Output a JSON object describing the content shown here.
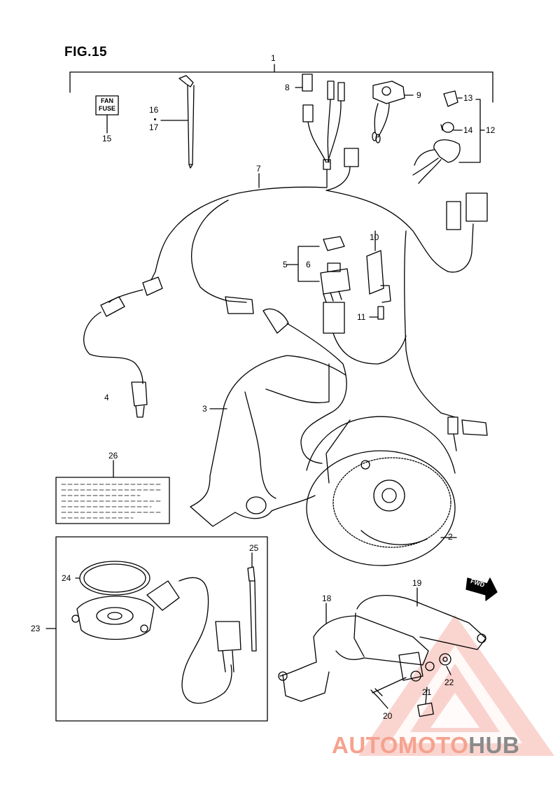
{
  "figure": {
    "title": "FIG.15"
  },
  "fuse_tag": {
    "line1": "FAN",
    "line2": "FUSE"
  },
  "fwd_arrow": {
    "text": "FWD",
    "icon": "fwd-arrow-icon"
  },
  "callouts": {
    "c1": "1",
    "c2": "2",
    "c3": "3",
    "c4": "4",
    "c5": "5",
    "c6": "6",
    "c7": "7",
    "c8": "8",
    "c9": "9",
    "c10": "10",
    "c11": "11",
    "c12": "12",
    "c13": "13",
    "c14": "14",
    "c15": "15",
    "c16": "16",
    "c17": "17",
    "c18": "18",
    "c19": "19",
    "c20": "20",
    "c21": "21",
    "c22": "22",
    "c23": "23",
    "c24": "24",
    "c25": "25",
    "c26": "26"
  },
  "watermark": {
    "part1": "AUTOMOTO",
    "part2": "HUB",
    "color_primary": "#f26b5b",
    "color_secondary": "#8a8a8a",
    "logo_icon": "warning-triangle-logo-icon"
  }
}
